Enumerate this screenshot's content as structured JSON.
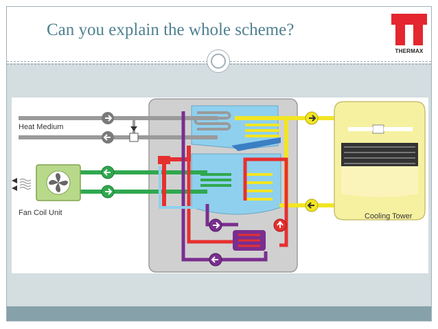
{
  "slide": {
    "title": "Can you explain the whole scheme?"
  },
  "logo": {
    "brand": "THERMAX",
    "color": "#e3262f"
  },
  "diagram": {
    "labels": {
      "heat_medium": "Heat Medium",
      "fan_coil_unit": "Fan Coil Unit",
      "cooling_tower": "Cooling Tower"
    },
    "colors": {
      "heat_medium_line": "#9a9a9a",
      "chilled_water_line": "#2fa84f",
      "cooling_water_line": "#f2e524",
      "hot_circuit": "#e53030",
      "solution_circuit": "#7a2e8f",
      "unit_casing": "#cfcfcf",
      "tank_fill": "#8fd0ee",
      "tower_fill": "#f6f1a0"
    }
  }
}
